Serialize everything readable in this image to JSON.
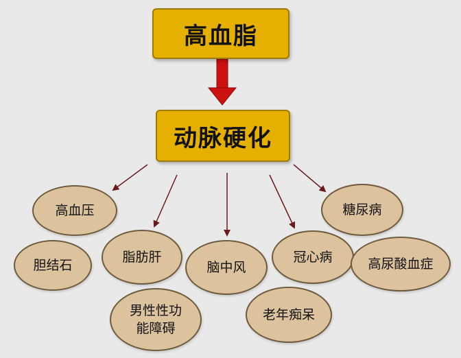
{
  "top_box": {
    "label": "高血脂"
  },
  "mid_box": {
    "label": "动脉硬化"
  },
  "outcomes": [
    {
      "label": "高血压"
    },
    {
      "label": "胆结石"
    },
    {
      "label": "脂肪肝"
    },
    {
      "label": "男性性功能障碍"
    },
    {
      "label": "脑中风"
    },
    {
      "label": "老年痴呆"
    },
    {
      "label": "冠心病"
    },
    {
      "label": "糖尿病"
    },
    {
      "label": "高尿酸血症"
    }
  ],
  "colors": {
    "background": "#e9e9e9",
    "box_fill": "#e5b000",
    "ellipse_fill": "#dcc39e",
    "main_arrow": "#cc1111",
    "thin_arrow": "#6b1a1a"
  }
}
